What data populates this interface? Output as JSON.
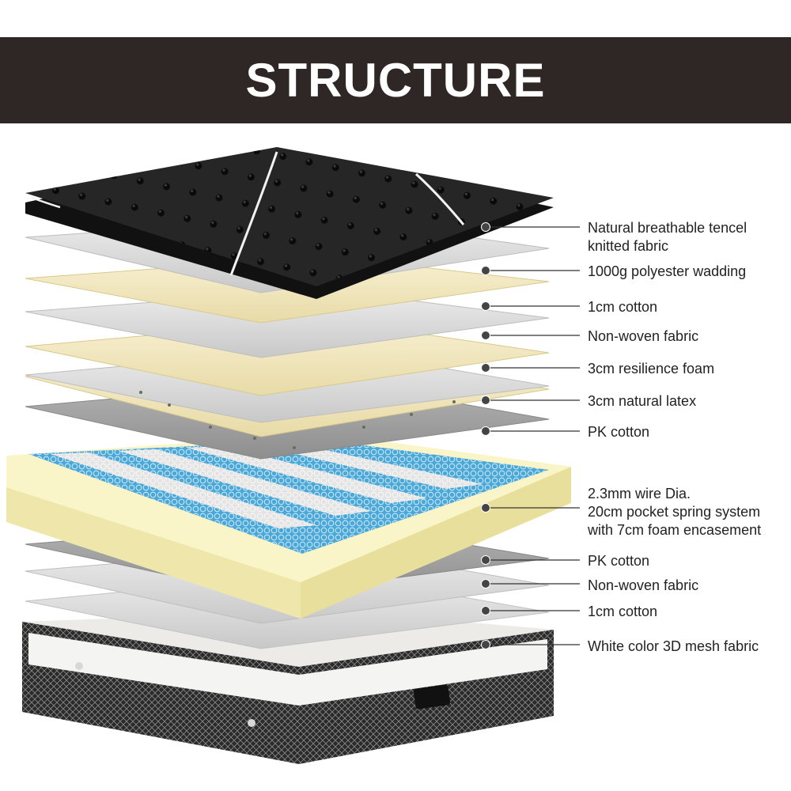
{
  "banner": {
    "title": "STRUCTURE"
  },
  "layers": [
    {
      "id": "tencel",
      "label": "Natural breathable tencel\nknitted fabric"
    },
    {
      "id": "wadding",
      "label": "1000g polyester wadding"
    },
    {
      "id": "cotton-top",
      "label": "1cm cotton"
    },
    {
      "id": "nonwoven-top",
      "label": "Non-woven fabric"
    },
    {
      "id": "resilience-foam",
      "label": "3cm resilience foam"
    },
    {
      "id": "latex",
      "label": "3cm natural latex"
    },
    {
      "id": "pk-cotton-top",
      "label": "PK cotton"
    },
    {
      "id": "spring-system",
      "label": "2.3mm wire Dia.\n20cm pocket spring system\nwith 7cm foam encasement"
    },
    {
      "id": "pk-cotton-bottom",
      "label": "PK cotton"
    },
    {
      "id": "nonwoven-bottom",
      "label": "Non-woven fabric"
    },
    {
      "id": "cotton-bottom",
      "label": "1cm cotton"
    },
    {
      "id": "mesh",
      "label": "White color 3D mesh fabric"
    }
  ],
  "colors": {
    "banner": "#2f2725",
    "top_fabric": "#1e1e1e",
    "grey_layer": "#dcdcdc",
    "cream_layer": "#f5eccb",
    "foam_encasement": "#faf5c8",
    "spring_blue": "#4aa8d8",
    "spring_white": "#e8e8e8",
    "leader": "#333333"
  }
}
